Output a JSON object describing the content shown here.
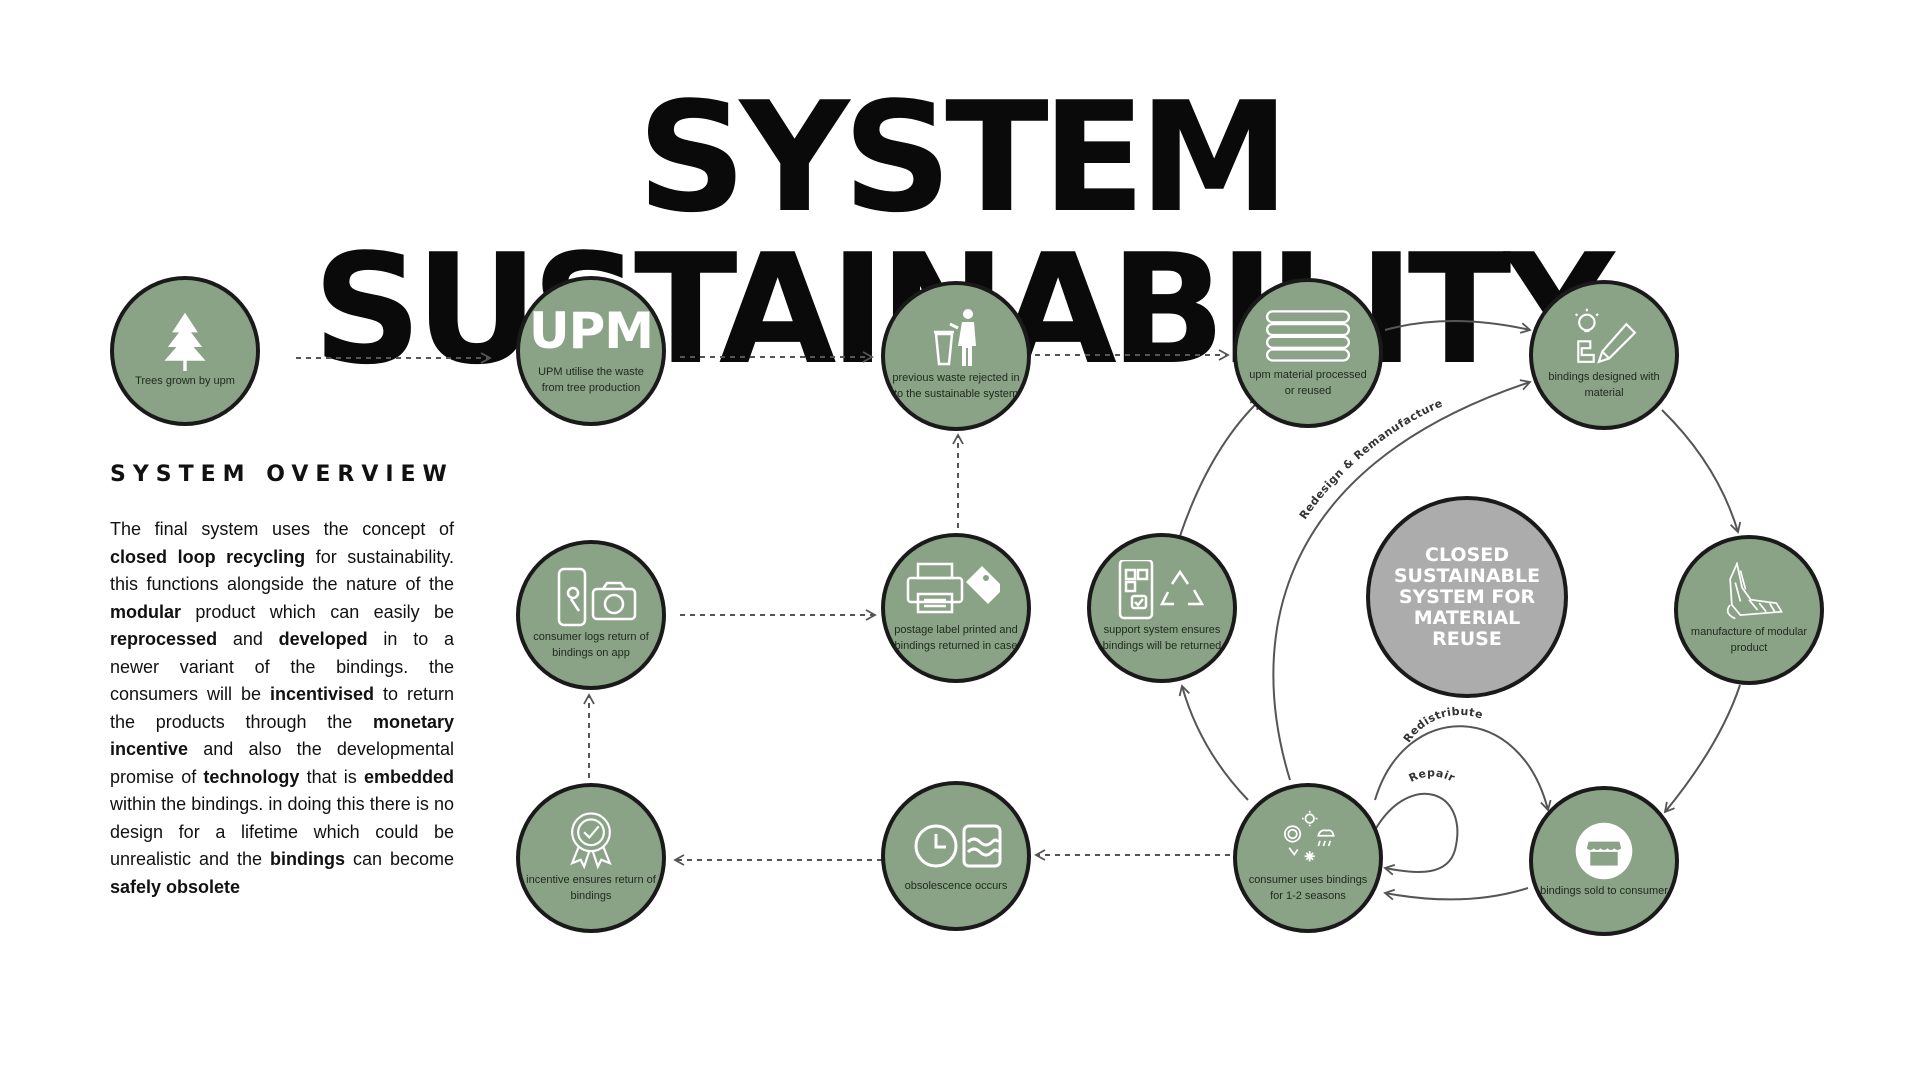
{
  "title": "SYSTEM SUSTAINABILITY",
  "overview": {
    "heading": "SYSTEM OVERVIEW",
    "segments": [
      {
        "text": "The final system uses the concept of ",
        "bold": false
      },
      {
        "text": "closed loop recycling",
        "bold": true
      },
      {
        "text": " for sustainability. this functions alongside the nature of the ",
        "bold": false
      },
      {
        "text": "modular",
        "bold": true
      },
      {
        "text": " product which can easily be ",
        "bold": false
      },
      {
        "text": "reprocessed",
        "bold": true
      },
      {
        "text": " and ",
        "bold": false
      },
      {
        "text": "developed",
        "bold": true
      },
      {
        "text": " in to a newer variant of the bindings. the consumers will be ",
        "bold": false
      },
      {
        "text": "incentivised",
        "bold": true
      },
      {
        "text": " to return the products through the ",
        "bold": false
      },
      {
        "text": "monetary incentive",
        "bold": true
      },
      {
        "text": " and also the developmental promise of ",
        "bold": false
      },
      {
        "text": "technology",
        "bold": true
      },
      {
        "text": " that is ",
        "bold": false
      },
      {
        "text": "embedded",
        "bold": true
      },
      {
        "text": " within the bindings. in doing this there is no design for a lifetime which could be unrealistic and the ",
        "bold": false
      },
      {
        "text": "bindings",
        "bold": true
      },
      {
        "text": " can become ",
        "bold": false
      },
      {
        "text": "safely obsolete",
        "bold": true
      }
    ]
  },
  "nodes": {
    "trees": {
      "label": "Trees grown by upm",
      "icon": "tree-icon"
    },
    "upm": {
      "logo": "UPM",
      "label": "UPM utilise the waste from tree production"
    },
    "waste": {
      "label": "previous waste rejected in to the sustainable system",
      "icon": "trash-bin-person-icon"
    },
    "material": {
      "label": "upm material processed or reused",
      "icon": "stacked-sheets-icon"
    },
    "design": {
      "label": "bindings designed with material",
      "icon": "lightbulb-pencil-icon"
    },
    "manufacture": {
      "label": "manufacture of modular product",
      "icon": "binding-sketch-icon"
    },
    "sold": {
      "label": "bindings sold to consumer",
      "icon": "storefront-icon"
    },
    "uses": {
      "label": "consumer uses bindings for 1-2 seasons",
      "icon": "weather-icon"
    },
    "obsolescence": {
      "label": "obsolescence occurs",
      "icon": "clock-wear-icon"
    },
    "incentive": {
      "label": "incentive ensures return of bindings",
      "icon": "award-badge-icon"
    },
    "logs": {
      "label": "consumer logs return of bindings on app",
      "icon": "phone-camera-icon"
    },
    "postage": {
      "label": "postage label printed and bindings returned in case",
      "icon": "printer-tag-icon"
    },
    "support": {
      "label": "support system ensures bindings will be returned",
      "icon": "app-recycle-icon"
    }
  },
  "center": {
    "label": "CLOSED SUSTAINABLE SYSTEM FOR MATERIAL REUSE"
  },
  "arc_labels": {
    "redesign": "Redesign & Remanufacture",
    "redistribute": "Redistribute",
    "repair": "Repair"
  },
  "colors": {
    "node_fill": "#8aa386",
    "node_border": "#1a1a1a",
    "center_fill": "#acacac",
    "arrow": "#555555"
  }
}
